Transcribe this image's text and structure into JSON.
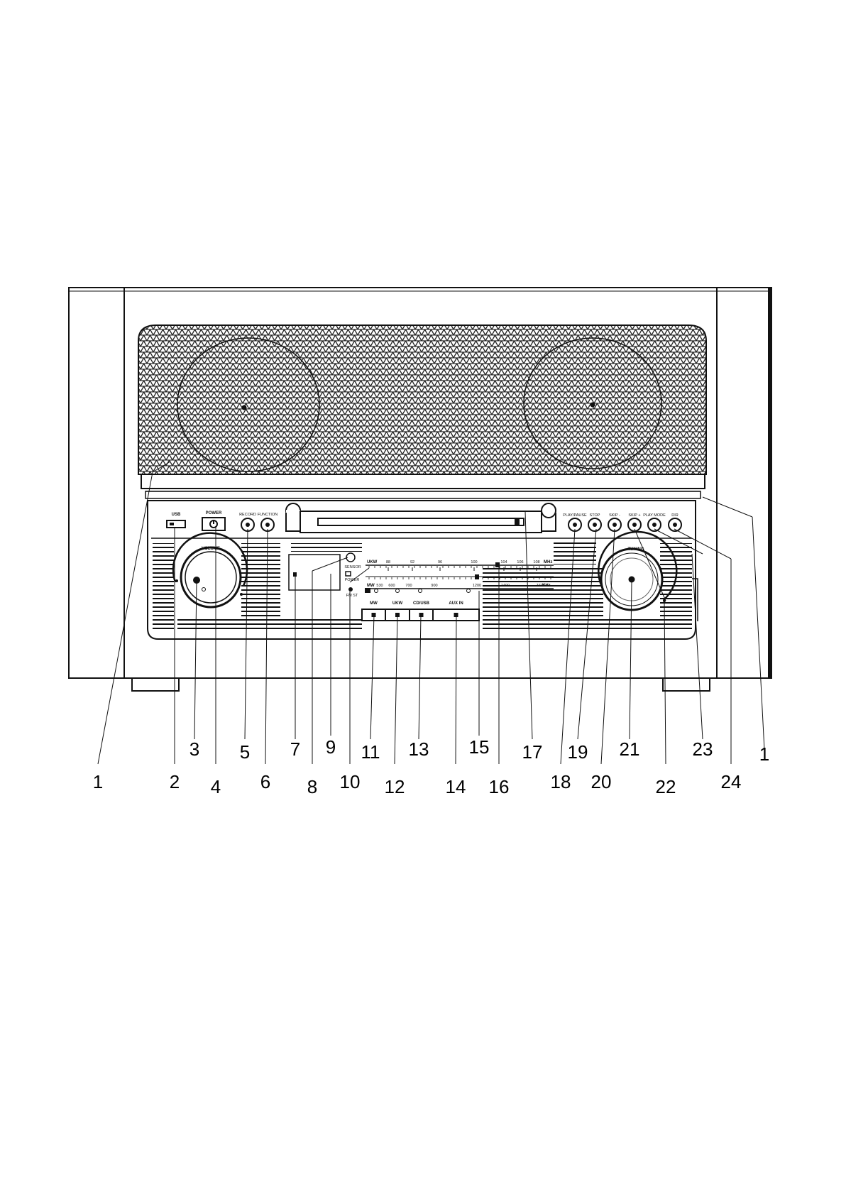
{
  "panel": {
    "usb": "USB",
    "power": "POWER",
    "record": "RECORD",
    "function": "FUNCTION",
    "volume": "VOLUME",
    "tuning": "TUNING",
    "sensor": "SENSOR",
    "power_led": "POWER",
    "fm_st": "FM ST",
    "play_pause": "PLAY/PAUSE",
    "stop": "STOP",
    "skip_minus": "SKIP -",
    "skip_plus": "SKIP +",
    "play_mode": "PLAY MODE",
    "dir": "DIR",
    "band_mw": "MW",
    "band_ukw": "UKW",
    "band_cd_usb": "CD/USB",
    "band_aux_in": "AUX IN"
  },
  "dial": {
    "fm_unit_label": "UKW",
    "fm_ticks": [
      "88",
      "92",
      "96",
      "100",
      "104",
      "106",
      "108"
    ],
    "fm_unit": "MHz",
    "am_unit_label": "MW",
    "am_ticks": [
      "530",
      "600",
      "700",
      "900",
      "1200",
      "1400",
      "1600"
    ],
    "am_unit": "KHz"
  },
  "callouts": [
    "1",
    "2",
    "3",
    "4",
    "5",
    "6",
    "7",
    "8",
    "9",
    "10",
    "11",
    "12",
    "13",
    "14",
    "15",
    "16",
    "17",
    "18",
    "19",
    "20",
    "21",
    "22",
    "23",
    "24",
    "1"
  ]
}
